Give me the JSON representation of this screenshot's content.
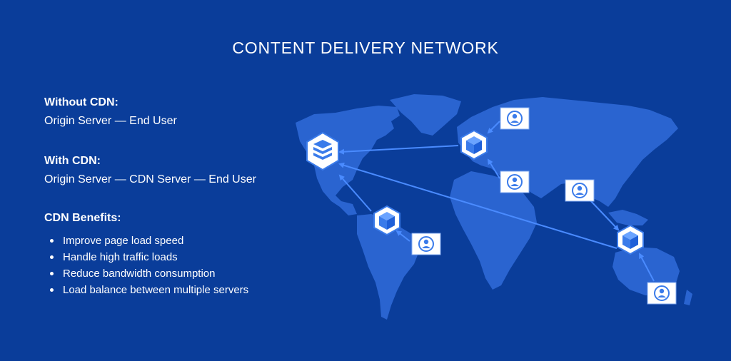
{
  "title": "CONTENT DELIVERY NETWORK",
  "without_cdn": {
    "heading": "Without CDN:",
    "flow": "Origin Server — End User"
  },
  "with_cdn": {
    "heading": "With CDN:",
    "flow": "Origin Server — CDN Server — End User"
  },
  "benefits": {
    "heading": "CDN Benefits:",
    "items": [
      "Improve page load speed",
      "Handle high traffic loads",
      "Reduce bandwidth consumption",
      "Load balance between multiple servers"
    ]
  },
  "diagram": {
    "origin_icon": "server-stack-icon",
    "cdn_icon": "cube-icon",
    "user_icon": "user-window-icon",
    "colors": {
      "background": "#0a3d9a",
      "map": "#2a64d0",
      "arrow": "#4a8bff"
    }
  }
}
